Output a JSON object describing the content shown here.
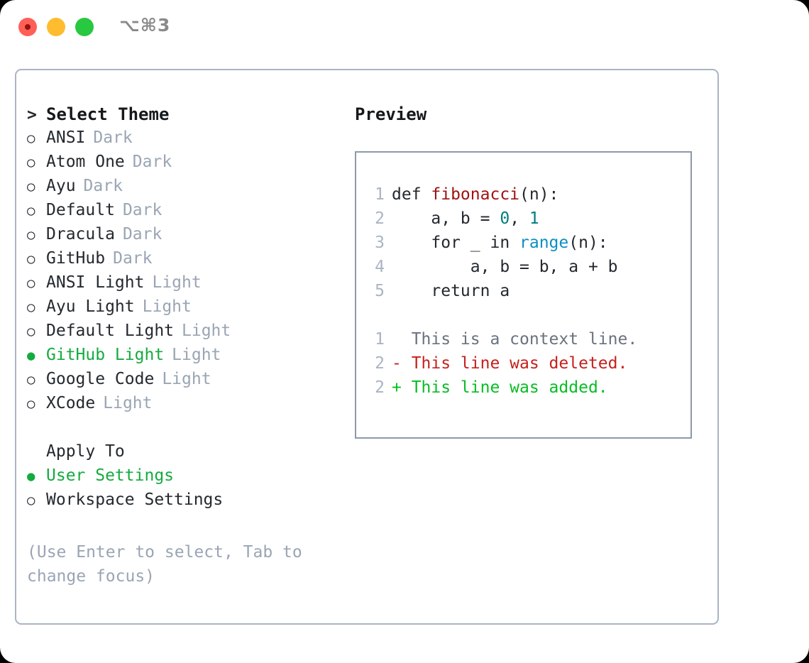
{
  "titlebar": {
    "traffic_lights": [
      "close",
      "minimize",
      "zoom"
    ],
    "shortcut": "⌥⌘3",
    "colors": {
      "close": "#ff5f57",
      "minimize": "#febc2e",
      "zoom": "#28c840"
    }
  },
  "left": {
    "heading": {
      "marker": ">",
      "label": "Select Theme"
    },
    "themes": [
      {
        "marker": "○",
        "label": "ANSI",
        "tag": "Dark",
        "selected": false
      },
      {
        "marker": "○",
        "label": "Atom One",
        "tag": "Dark",
        "selected": false
      },
      {
        "marker": "○",
        "label": "Ayu",
        "tag": "Dark",
        "selected": false
      },
      {
        "marker": "○",
        "label": "Default",
        "tag": "Dark",
        "selected": false
      },
      {
        "marker": "○",
        "label": "Dracula",
        "tag": "Dark",
        "selected": false
      },
      {
        "marker": "○",
        "label": "GitHub",
        "tag": "Dark",
        "selected": false
      },
      {
        "marker": "○",
        "label": "ANSI Light",
        "tag": "Light",
        "selected": false
      },
      {
        "marker": "○",
        "label": "Ayu Light",
        "tag": "Light",
        "selected": false
      },
      {
        "marker": "○",
        "label": "Default Light",
        "tag": "Light",
        "selected": false
      },
      {
        "marker": "●",
        "label": "GitHub Light",
        "tag": "Light",
        "selected": true
      },
      {
        "marker": "○",
        "label": "Google Code",
        "tag": "Light",
        "selected": false
      },
      {
        "marker": "○",
        "label": "XCode",
        "tag": "Light",
        "selected": false
      }
    ],
    "apply_to": {
      "heading": "Apply To",
      "options": [
        {
          "marker": "●",
          "label": "User Settings",
          "selected": true
        },
        {
          "marker": "○",
          "label": "Workspace Settings",
          "selected": false
        }
      ]
    },
    "hint": "(Use Enter to select, Tab to change focus)"
  },
  "right": {
    "title": "Preview",
    "code_lines": [
      {
        "no": "1",
        "segments": [
          {
            "t": "def ",
            "c": "plain"
          },
          {
            "t": "fibonacci",
            "c": "fn"
          },
          {
            "t": "(n):",
            "c": "plain"
          }
        ]
      },
      {
        "no": "2",
        "segments": [
          {
            "t": "    a, b = ",
            "c": "plain"
          },
          {
            "t": "0",
            "c": "num"
          },
          {
            "t": ", ",
            "c": "plain"
          },
          {
            "t": "1",
            "c": "num"
          }
        ]
      },
      {
        "no": "3",
        "segments": [
          {
            "t": "    for _ in ",
            "c": "plain"
          },
          {
            "t": "range",
            "c": "call"
          },
          {
            "t": "(n):",
            "c": "plain"
          }
        ]
      },
      {
        "no": "4",
        "segments": [
          {
            "t": "        a, b = b, a + b",
            "c": "plain"
          }
        ]
      },
      {
        "no": "5",
        "segments": [
          {
            "t": "    return a",
            "c": "plain"
          }
        ]
      }
    ],
    "diff_lines": [
      {
        "no": "1",
        "kind": "context",
        "text": "  This is a context line."
      },
      {
        "no": "2",
        "kind": "del",
        "text": "- This line was deleted."
      },
      {
        "no": "2",
        "kind": "add",
        "text": "+ This line was added."
      }
    ]
  },
  "colors": {
    "selection_green": "#14ab3f",
    "tag_gray": "#9aa5b4",
    "panel_border": "#aab4c4",
    "preview_border": "#8d99a9",
    "token_function": "#a01212",
    "token_number": "#007c80",
    "token_call": "#0b8fc4",
    "diff_delete": "#c6201c",
    "diff_add": "#07bd24",
    "diff_context": "#6a737d"
  }
}
